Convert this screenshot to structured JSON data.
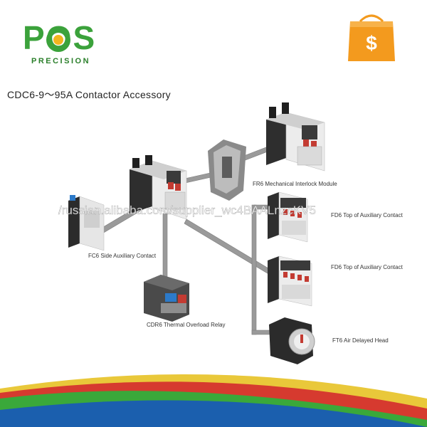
{
  "logo": {
    "letters": "POS",
    "subtitle": "PRECISION"
  },
  "badge": {
    "icon": "dollar-shopping-bag-icon",
    "glyph": "$"
  },
  "heading": "CDC6-9～95A  Contactor  Accessory",
  "labels": {
    "fr6": "FR6 Mechanical Interlock Module",
    "fc6": "FC6 Side Auxiliary Contact",
    "fd6_top_1": "FD6 Top of Auxiliary Contact",
    "fd6_top_2": "FD6 Top of Auxiliary Contact",
    "cdr6": "CDR6 Thermal Overload Relay",
    "ft6": "FT6 Air Delayed Head"
  },
  "watermark": "/russian.alibaba.com/supplier_wc4BAALnzcKV5",
  "colors": {
    "brand_green": "#3ba23b",
    "badge_orange": "#f39a1e",
    "connector_gray": "#8d8d8d",
    "wave_green": "#3aa83a",
    "wave_blue": "#1b5fae",
    "wave_red": "#d63a2f",
    "wave_yellow": "#e9c83a"
  }
}
